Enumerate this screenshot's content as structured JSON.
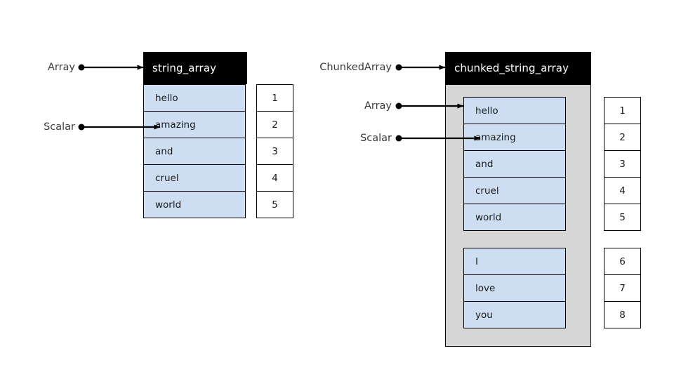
{
  "diagram": {
    "title_hidden": "",
    "colors": {
      "value_cell_fill": "#cddef3",
      "chunk_container_fill": "#d6d6d6",
      "header_fill": "#000000",
      "header_text": "#ffffff",
      "border": "#000000",
      "label_text": "#3b3b3b"
    }
  },
  "left_panel": {
    "header": "string_array",
    "annotations": [
      {
        "label": "Array",
        "target": "header"
      },
      {
        "label": "Scalar",
        "target": "cell-amazing"
      }
    ],
    "values": [
      "hello",
      "amazing",
      "and",
      "cruel",
      "world"
    ],
    "indexes": [
      "1",
      "2",
      "3",
      "4",
      "5"
    ]
  },
  "right_panel": {
    "header": "chunked_string_array",
    "annotations": [
      {
        "label": "ChunkedArray",
        "target": "header"
      },
      {
        "label": "Array",
        "target": "chunk-1"
      },
      {
        "label": "Scalar",
        "target": "cell-amazing"
      }
    ],
    "chunks": [
      {
        "values": [
          "hello",
          "amazing",
          "and",
          "cruel",
          "world"
        ],
        "indexes": [
          "1",
          "2",
          "3",
          "4",
          "5"
        ]
      },
      {
        "values": [
          "I",
          "love",
          "you"
        ],
        "indexes": [
          "6",
          "7",
          "8"
        ]
      }
    ]
  }
}
